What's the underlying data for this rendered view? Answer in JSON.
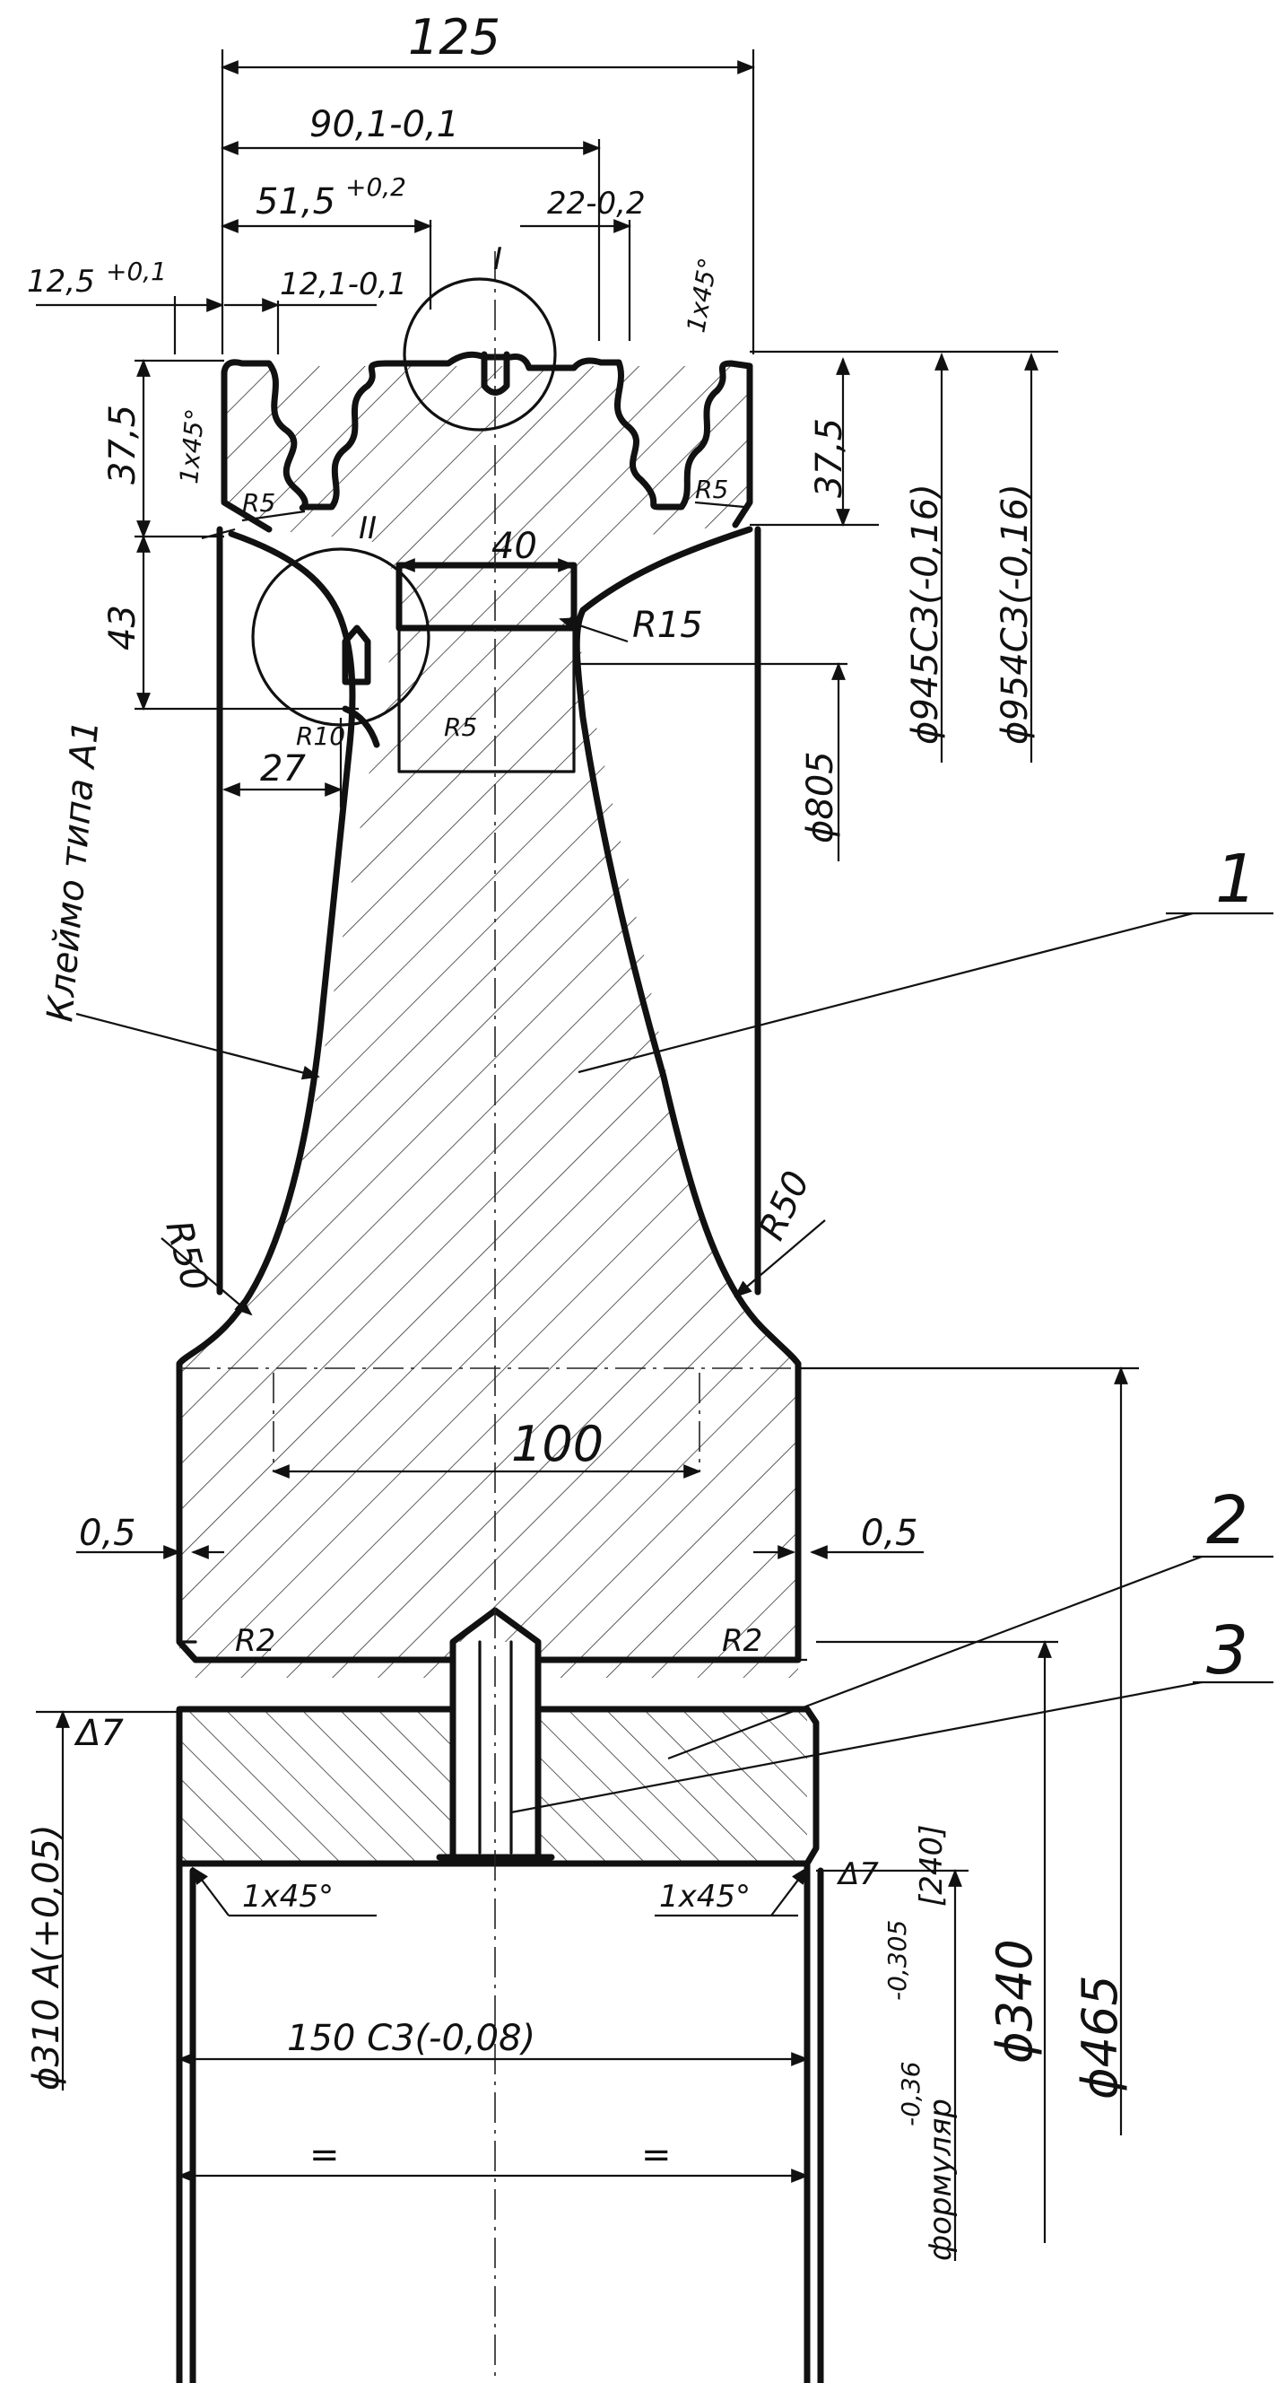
{
  "dimensions": {
    "d125": "125",
    "d90": "90,1-0,1",
    "d51": "51,5",
    "d51_tol": "+0,2",
    "d22": "22-0,2",
    "d12_5": "12,5",
    "d12_5_tol": "+0,1",
    "d12_1": "12,1-0,1",
    "chamfer_top": "1x45°",
    "chamfer_left": "1x45°",
    "d37_left": "37,5",
    "d37_right": "37,5",
    "d43": "43",
    "d40": "40",
    "d27": "27",
    "d100": "100",
    "d05_left": "0,5",
    "d05_right": "0,5",
    "chamfer_bot_left": "1x45°",
    "chamfer_bot_right": "1x45°",
    "d150": "150 C3(-0,08)",
    "eq_left": "=",
    "eq_right": "=",
    "d945": "ϕ945C3(-0,16)",
    "d954": "ϕ954C3(-0,16)",
    "d805": "ϕ805",
    "d310": "ϕ310 A(+0,05)",
    "d340": "ϕ340",
    "d465": "ϕ465",
    "tol_305": "-0,305",
    "tol_36": "-0,36",
    "bracket_240": "[240]",
    "formulyar": "формуляр",
    "delta_left": "Δ7",
    "delta_right": "Δ7"
  },
  "radii": {
    "r5_left": "R5",
    "r5_right": "R5",
    "r5_mid": "R5",
    "r10": "R10",
    "r15": "R15",
    "r50_left": "R50",
    "r50_right": "R50",
    "r2_left": "R2",
    "r2_right": "R2"
  },
  "views": {
    "view_1": "I",
    "view_2": "II"
  },
  "notes": {
    "weld_note": "Клеймо типа A1"
  },
  "callouts": {
    "c1": "1",
    "c2": "2",
    "c3": "3"
  }
}
